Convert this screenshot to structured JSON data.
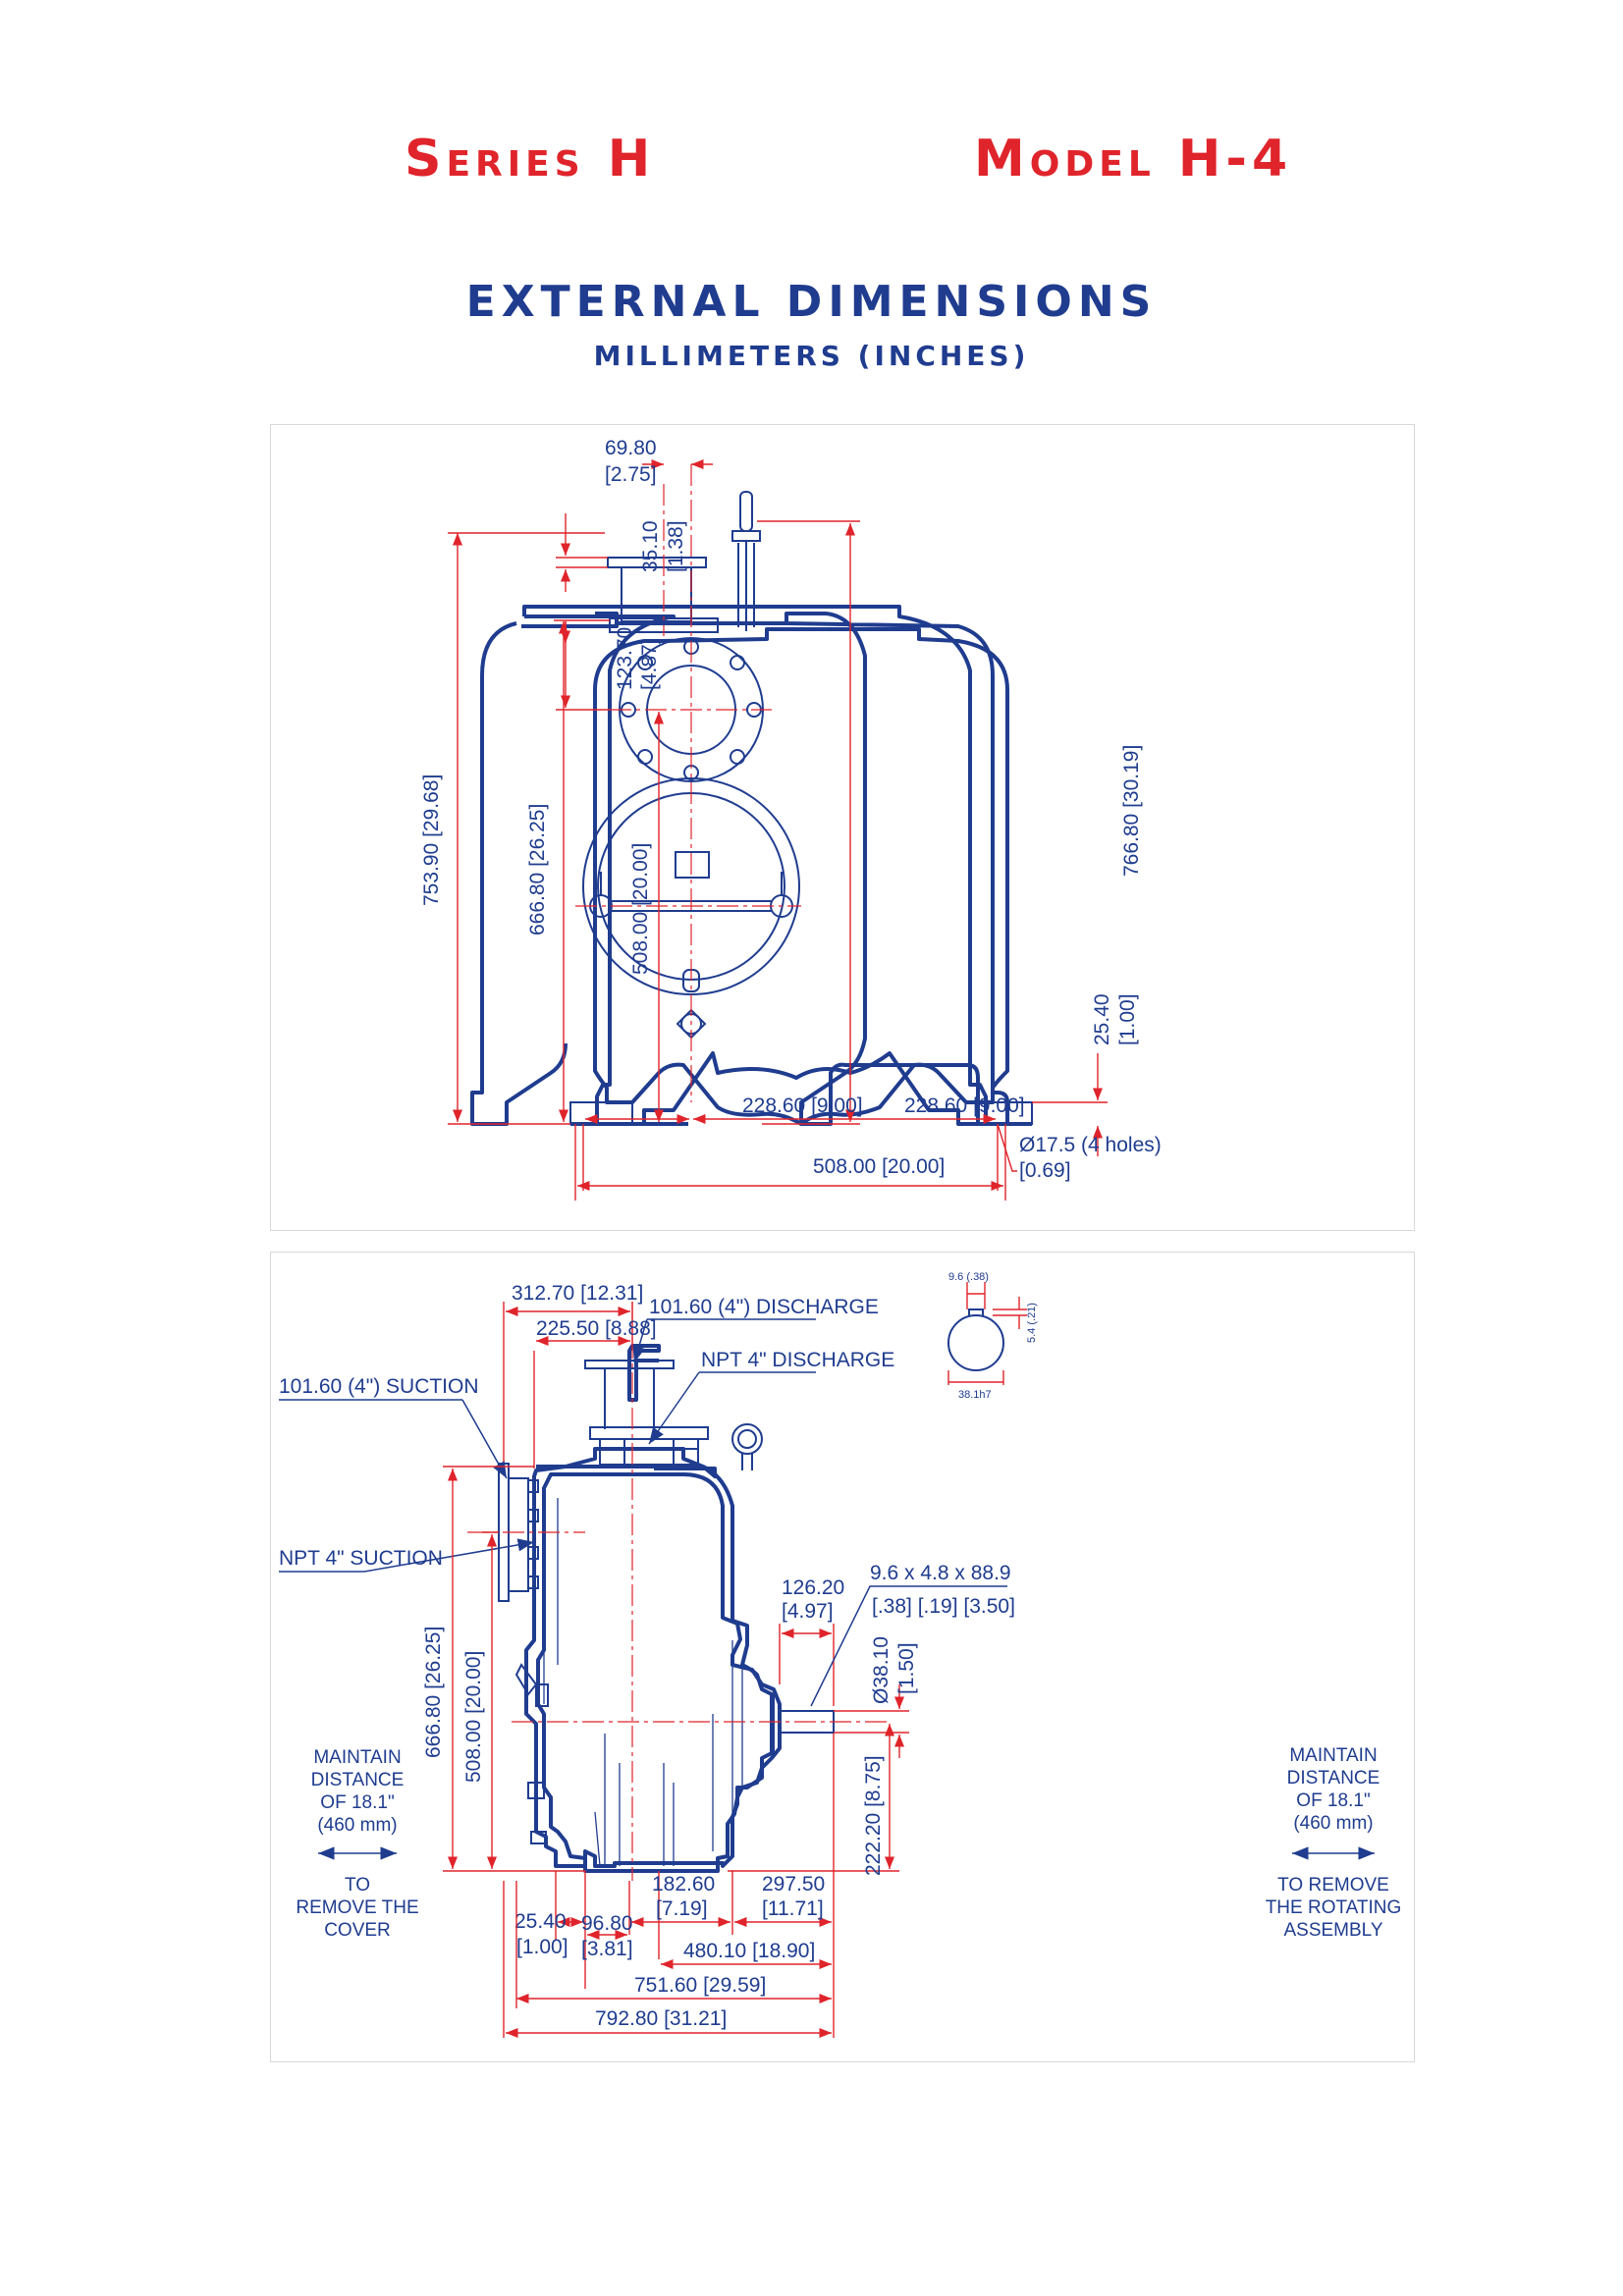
{
  "header": {
    "series": "Series H",
    "model": "Model H-4"
  },
  "title": {
    "main": "EXTERNAL DIMENSIONS",
    "sub": "MILLIMETERS (INCHES)"
  },
  "front_view": {
    "dim_top_mm": "69.80",
    "dim_top_in": "[2.75]",
    "dim_flange_mm": "35.10",
    "dim_flange_in": "[1.38]",
    "dim_123_mm": "123.70",
    "dim_123_in": "[4.87]",
    "dim_total_height": "753.90  [29.68]",
    "dim_body_height": "666.80  [26.25]",
    "dim_center_height": "508.00  [20.00]",
    "dim_right_height": "766.80  [30.19]",
    "dim_foot_mm": "25.40",
    "dim_foot_in": "[1.00]",
    "dim_half_left": "228.60  [9.00]",
    "dim_half_right": "228.60  [9.00]",
    "dim_base_width": "508.00  [20.00]",
    "hole_note": "Ø17.5 (4 holes)",
    "hole_note_in": "[0.69]"
  },
  "side_view": {
    "dim_312": "312.70  [12.31]",
    "dim_225": "225.50  [8.88]",
    "discharge_label": "101.60 (4\") DISCHARGE",
    "npt_discharge_label": "NPT 4\" DISCHARGE",
    "suction_label": "101.60 (4\") SUCTION",
    "npt_suction_label": "NPT 4\" SUCTION",
    "dim_126_mm": "126.20",
    "dim_126_in": "[4.97]",
    "key_dims": "9.6  x  4.8  x  88.9",
    "key_dims_in": "[.38]  [.19]  [3.50]",
    "dim_shaft_mm": "Ø38.10",
    "dim_shaft_in": "[1.50]",
    "dim_height_total": "666.80  [26.25]",
    "dim_height_center": "508.00  [20.00]",
    "dim_shaft_height": "222.20  [8.75]",
    "dim_25_mm": "25.40",
    "dim_25_in": "[1.00]",
    "dim_96_mm": "96.80",
    "dim_96_in": "[3.81]",
    "dim_182_mm": "182.60",
    "dim_182_in": "[7.19]",
    "dim_297_mm": "297.50",
    "dim_297_in": "[11.71]",
    "dim_480": "480.10  [18.90]",
    "dim_751": "751.60  [29.59]",
    "dim_792": "792.80  [31.21]",
    "shaft_detail": {
      "top": "9.6 (.38)",
      "side": "5.4 (.21)",
      "bottom": "38.1h7"
    },
    "left_note": {
      "l1": "MAINTAIN",
      "l2": "DISTANCE",
      "l3": "OF 18.1\"",
      "l4": "(460 mm)",
      "l5": "TO",
      "l6": "REMOVE THE",
      "l7": "COVER"
    },
    "right_note": {
      "l1": "MAINTAIN",
      "l2": "DISTANCE",
      "l3": "OF 18.1\"",
      "l4": "(460 mm)",
      "l5": "TO REMOVE",
      "l6": "THE ROTATING",
      "l7": "ASSEMBLY"
    }
  },
  "colors": {
    "blue": "#1f3c8f",
    "red": "#e0242b"
  }
}
